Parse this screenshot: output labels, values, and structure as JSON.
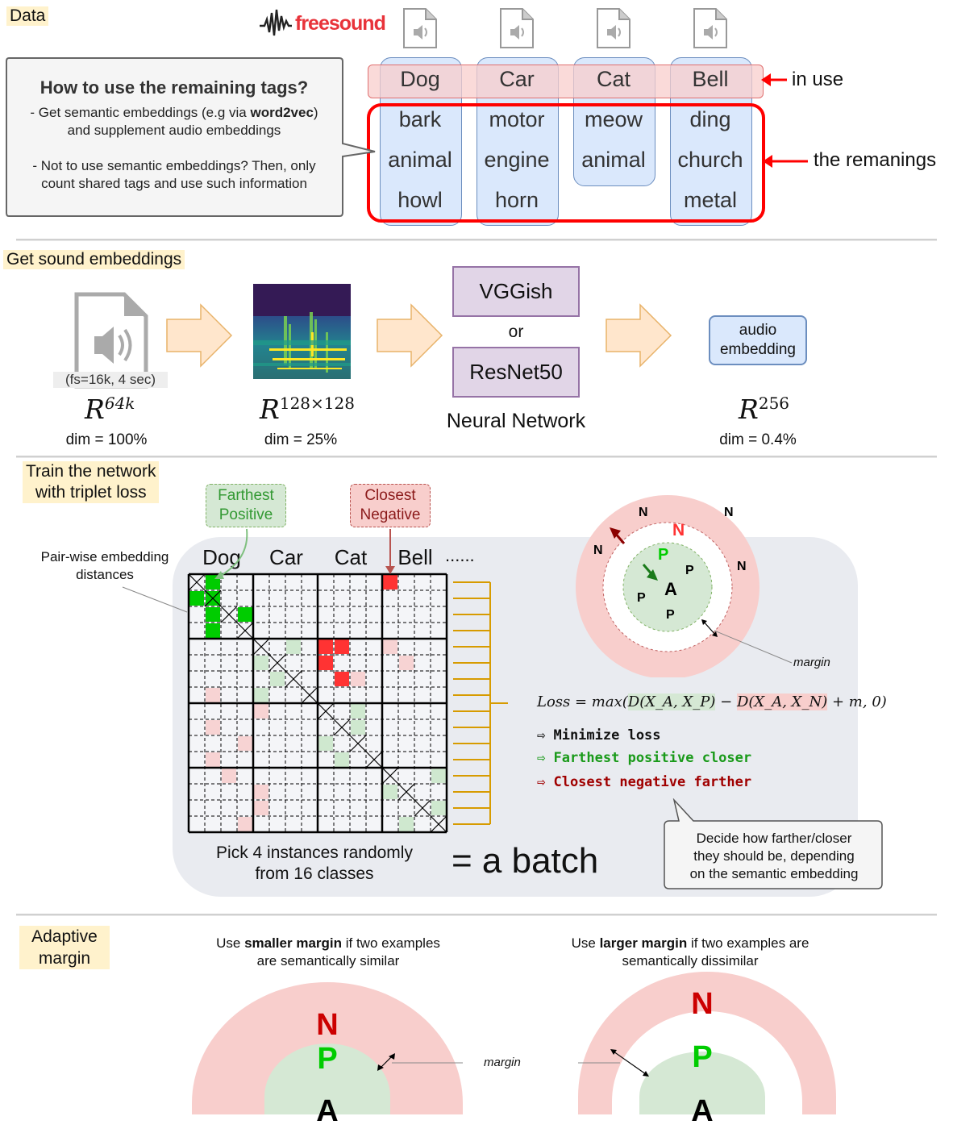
{
  "sections": {
    "data": "Data",
    "embeddings": "Get sound embeddings",
    "train": "Train the network\nwith triplet loss",
    "adaptive": "Adaptive\nmargin"
  },
  "brand": "freesound",
  "tags": {
    "in_use": [
      "Dog",
      "Car",
      "Cat",
      "Bell"
    ],
    "dog": [
      "bark",
      "animal",
      "howl"
    ],
    "car": [
      "motor",
      "engine",
      "horn"
    ],
    "cat": [
      "meow",
      "animal"
    ],
    "bell": [
      "ding",
      "church",
      "metal"
    ],
    "in_use_label": "in use",
    "remaining_label": "the remanings"
  },
  "howto": {
    "title": "How to use the remaining tags?",
    "line1_pre": "- Get semantic embeddings  (e.g via ",
    "line1_bold": "word2vec",
    "line1_post": ")",
    "line2": "and supplement audio embeddings",
    "line3": "- Not to use semantic embeddings? Then, only",
    "line4": "count shared tags and use such information"
  },
  "pipeline": {
    "audio_note": "(fs=16k, 4 sec)",
    "r1_base": "R",
    "r1_sup": "64k",
    "r2_base": "R",
    "r2_sup": "128×128",
    "r3_base": "R",
    "r3_sup": "256",
    "dim1": "dim = 100%",
    "dim2": "dim = 25%",
    "dim3": "dim = 0.4%",
    "net1": "VGGish",
    "or": "or",
    "net2": "ResNet50",
    "net_caption": "Neural Network",
    "embedding_l1": "audio",
    "embedding_l2": "embedding"
  },
  "triplet": {
    "pairwise_l1": "Pair-wise embedding",
    "pairwise_l2": "distances",
    "farthest_l1": "Farthest",
    "farthest_l2": "Positive",
    "closest_l1": "Closest",
    "closest_l2": "Negative",
    "classes": [
      "Dog",
      "Car",
      "Cat",
      "Bell"
    ],
    "ellipsis": "......",
    "pick_l1": "Pick 4 instances randomly",
    "pick_l2": "from 16 classes",
    "batch": "=  a batch",
    "loss_prefix": "Loss = max(",
    "loss_pos": "D(X_A, X_P)",
    "loss_minus": " − ",
    "loss_neg": "D(X_A, X_N)",
    "loss_suffix": " + m, 0)",
    "bullet1": "⇨ Minimize loss",
    "bullet2": "⇨ Farthest positive closer",
    "bullet3": "⇨ Closest negative farther",
    "decide_l1": "Decide how farther/closer",
    "decide_l2": "they should be, depending",
    "decide_l3": "on the semantic embedding",
    "margin": "margin"
  },
  "adaptive": {
    "left_pre": "Use ",
    "left_bold": "smaller margin",
    "left_post": " if two examples",
    "left_l2": "are semantically similar",
    "right_pre": "Use ",
    "right_bold": "larger margin",
    "right_post": " if two examples are",
    "right_l2": "semantically dissimilar",
    "margin": "margin",
    "n": "N",
    "p": "P",
    "a": "A"
  },
  "colors": {
    "positive": "#00cc00",
    "negative": "#ff3333",
    "accent_red": "#ff0000",
    "group_blue": "#dae8fc",
    "arrow_orange": "#ffe6cc",
    "net_purple": "#e1d5e7",
    "bracket_gold": "#d79b00"
  }
}
